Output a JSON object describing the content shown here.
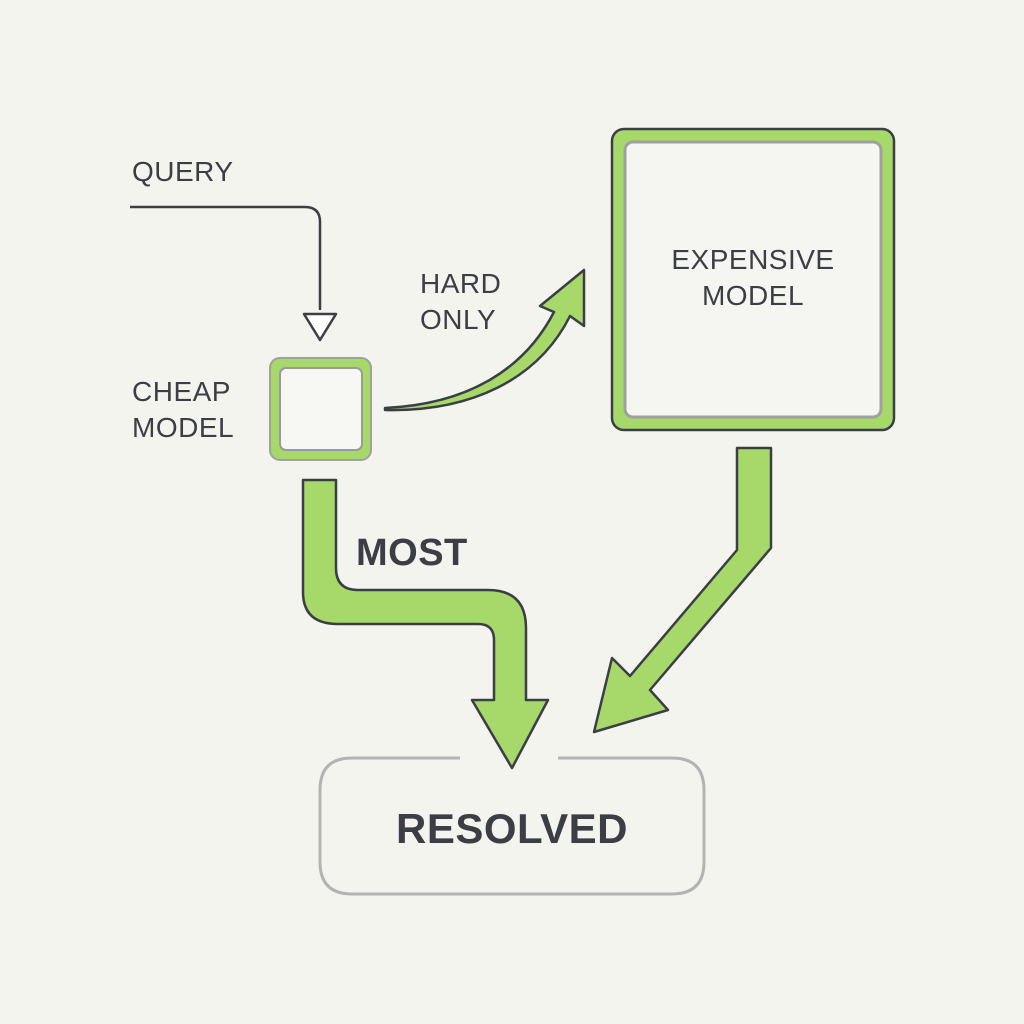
{
  "nodes": {
    "query": {
      "label": "QUERY"
    },
    "cheap_model": {
      "line1": "CHEAP",
      "line2": "MODEL"
    },
    "expensive_model": {
      "line1": "EXPENSIVE",
      "line2": "MODEL"
    },
    "resolved": {
      "label": "RESOLVED"
    }
  },
  "edges": {
    "hard_only": {
      "line1": "HARD",
      "line2": "ONLY"
    },
    "most": {
      "label": "MOST"
    }
  },
  "colors": {
    "background": "#f4f4ef",
    "accent_green": "#a6d86a",
    "stroke_dark": "#3b3e45",
    "box_gray": "#b3b3b3"
  }
}
